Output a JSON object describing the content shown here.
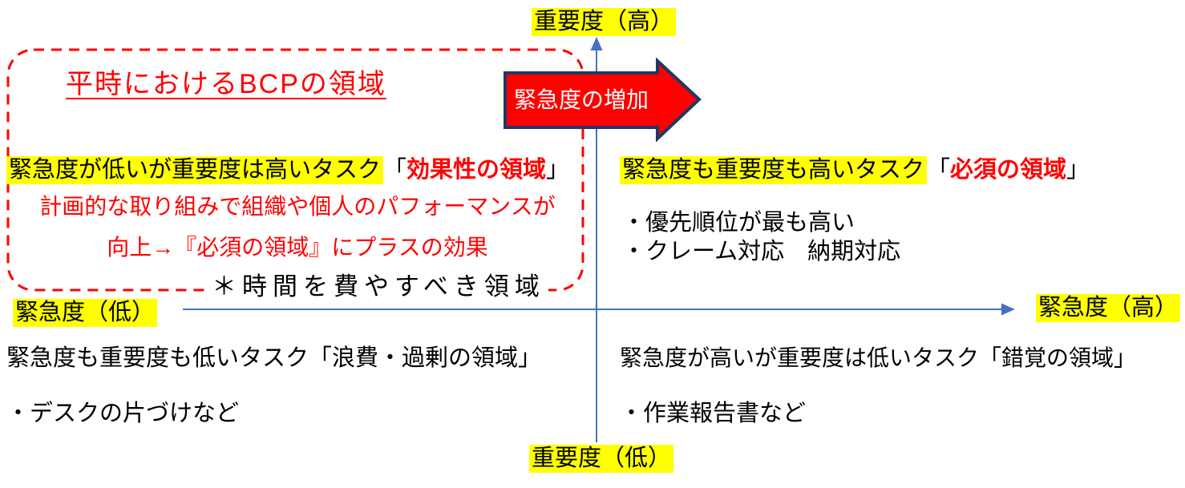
{
  "matrix": {
    "axis_labels": {
      "top": "重要度（高）",
      "bottom": "重要度（低）",
      "left": "緊急度（低）",
      "right": "緊急度（高）"
    },
    "urgency_arrow": {
      "label": "緊急度の増加"
    },
    "bcp_region": {
      "title": "平時におけるBCPの領域",
      "heading": {
        "highlighted": "緊急度が低いが重要度は高いタスク",
        "bracket_open": "「",
        "name": "効果性の領域",
        "bracket_close": "」"
      },
      "description_line1": "計画的な取り組みで組織や個人のパフォーマンスが",
      "description_line2": "向上→『必須の領域』にプラスの効果",
      "note": "＊時間を費やすべき領域"
    },
    "quadrants": {
      "top_right": {
        "heading": {
          "highlighted": "緊急度も重要度も高いタスク",
          "bracket_open": "「",
          "name": "必須の領域",
          "bracket_close": "」"
        },
        "bullets": [
          "・優先順位が最も高い",
          "・クレーム対応　納期対応"
        ]
      },
      "bottom_left": {
        "heading": "緊急度も重要度も低いタスク「浪費・過剰の領域」",
        "bullets": [
          "・デスクの片づけなど"
        ]
      },
      "bottom_right": {
        "heading": "緊急度が高いが重要度は低いタスク「錯覚の領域」",
        "bullets": [
          "・作業報告書など"
        ]
      }
    },
    "colors": {
      "accent_red": "#FF0000",
      "axis_blue": "#4472C4",
      "arrow_border_navy": "#203864",
      "highlight_yellow": "#FFFF00",
      "arrow_text_white": "#FFFFFF"
    }
  }
}
